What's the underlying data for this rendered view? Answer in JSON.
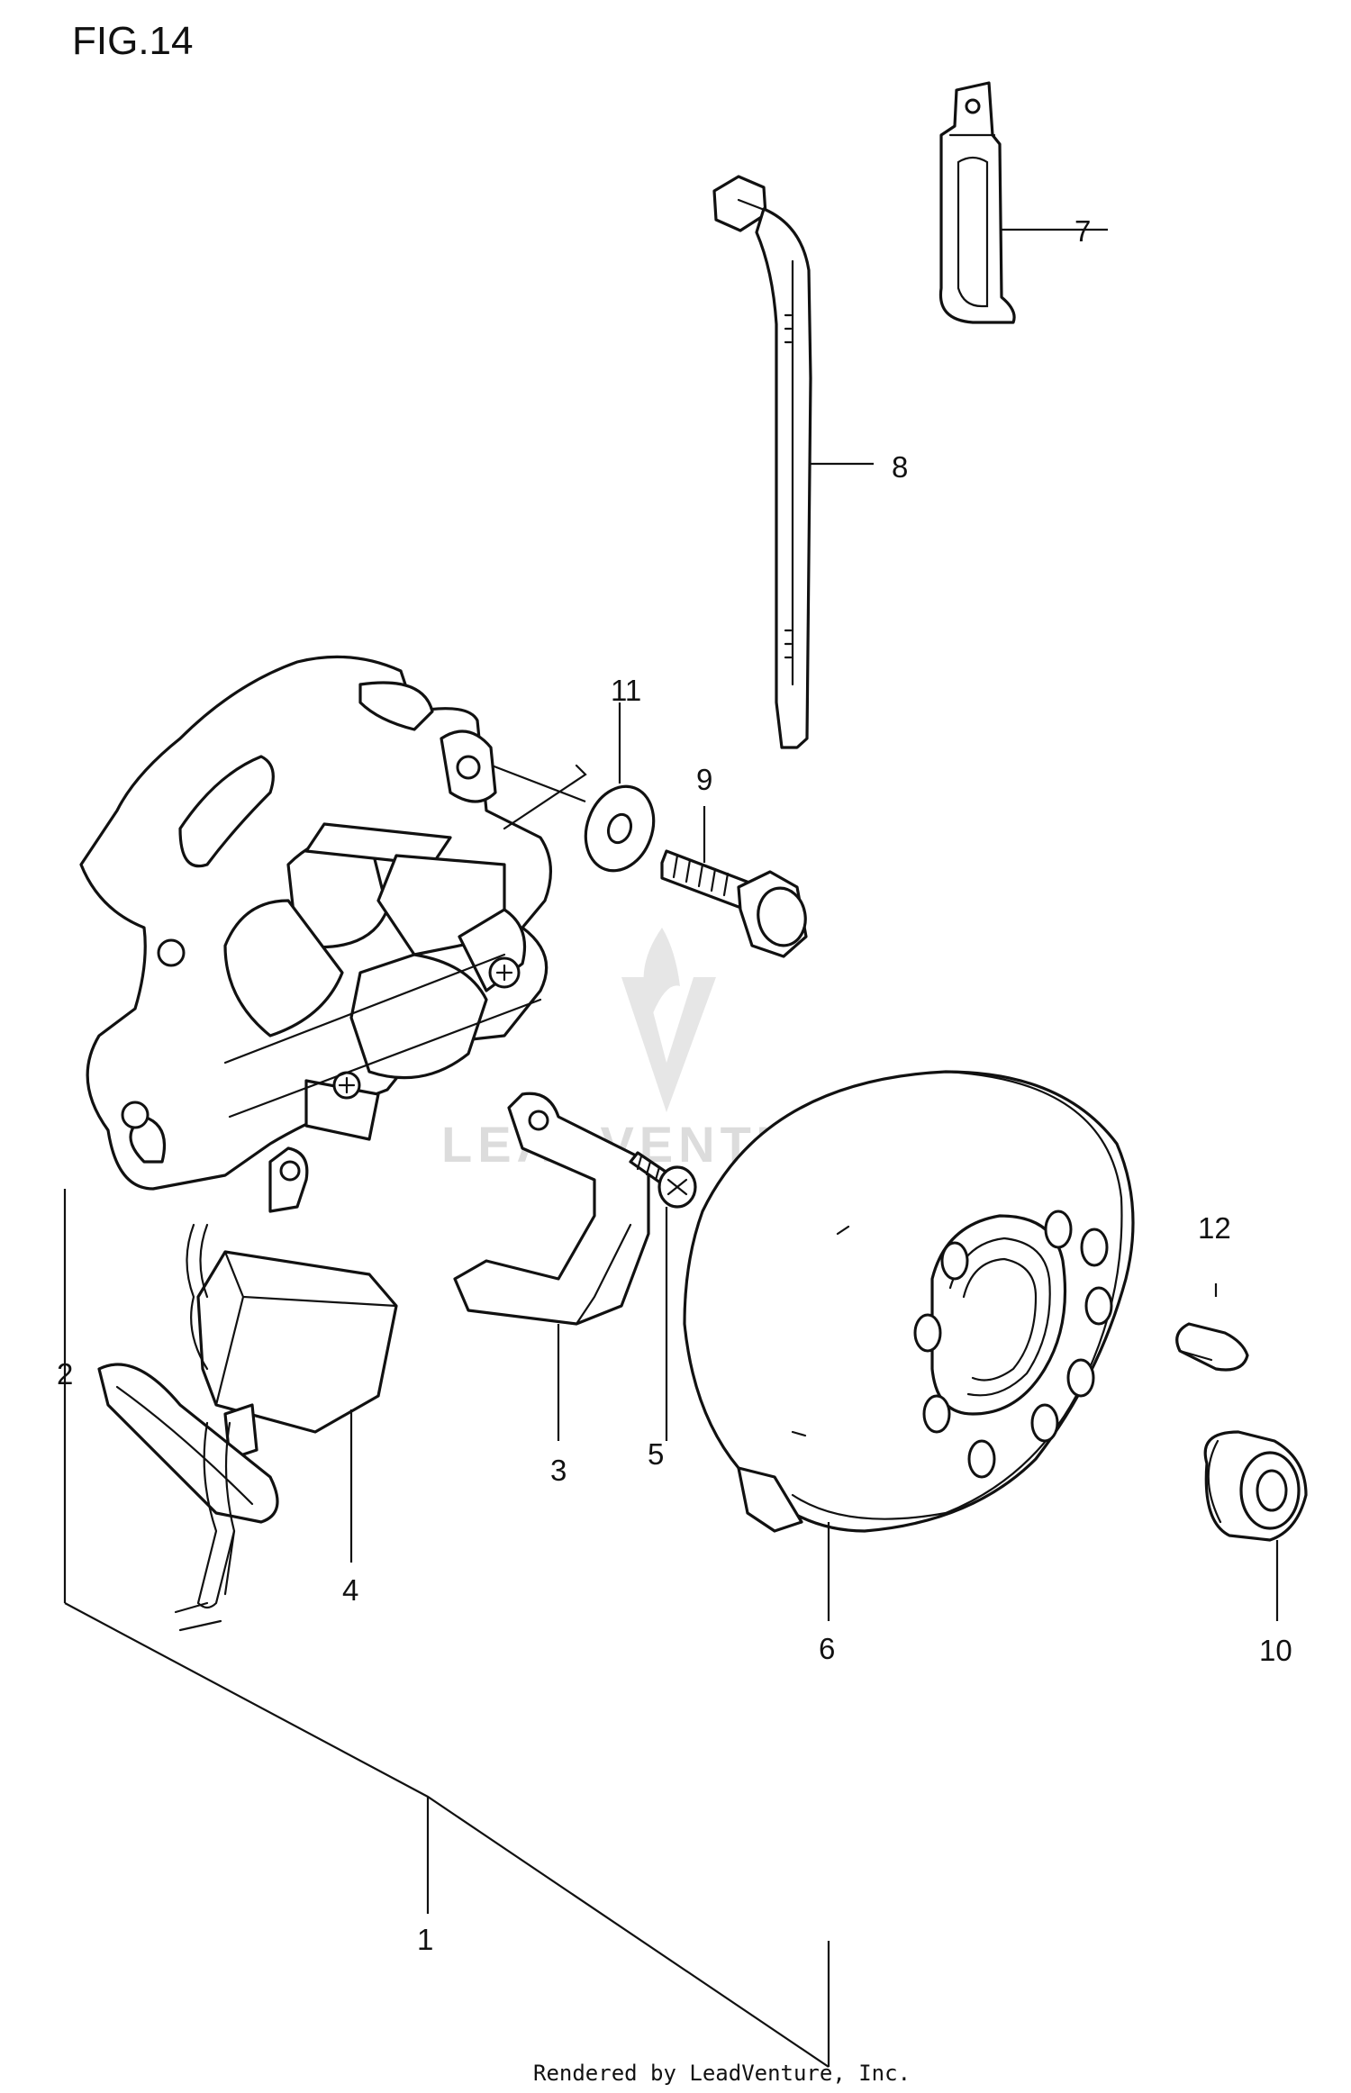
{
  "figure": {
    "title": "FIG.14",
    "footer": "Rendered by LeadVenture, Inc.",
    "watermark": "LEADVENTURE"
  },
  "callouts": [
    {
      "id": "1",
      "label": "1"
    },
    {
      "id": "2",
      "label": "2"
    },
    {
      "id": "3",
      "label": "3"
    },
    {
      "id": "4",
      "label": "4"
    },
    {
      "id": "5",
      "label": "5"
    },
    {
      "id": "6",
      "label": "6"
    },
    {
      "id": "7",
      "label": "7"
    },
    {
      "id": "8",
      "label": "8"
    },
    {
      "id": "9",
      "label": "9"
    },
    {
      "id": "10",
      "label": "10"
    },
    {
      "id": "11",
      "label": "11"
    },
    {
      "id": "12",
      "label": "12"
    }
  ],
  "colors": {
    "ink": "#111111",
    "background": "#ffffff",
    "watermark": "#dcdcdc"
  }
}
